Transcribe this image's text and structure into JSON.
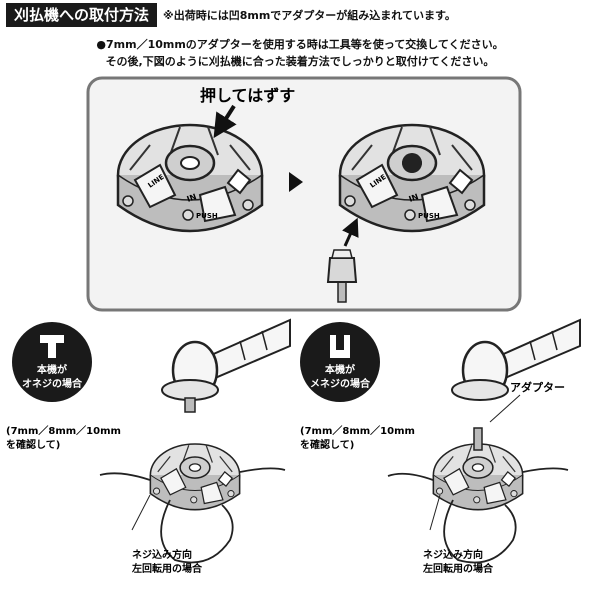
{
  "header": {
    "title": "刈払機への取付方法",
    "note_top": "※出荷時には凹8mmでアダプターが組み込まれています。"
  },
  "instructions": [
    "●7mm／10mmのアダプターを使用する時は工具等を使って交換してください。",
    "その後,下図のように刈払機に合った装着方法でしっかりと取付けてください。"
  ],
  "top_panel": {
    "press_label": "押してはずす",
    "head_labels": {
      "line": "LINE",
      "in": "IN",
      "push": "PUSH"
    }
  },
  "left_case": {
    "badge_line1": "本機が",
    "badge_line2": "オネジの場合",
    "size_line1": "(7mm／8mm／10mm",
    "size_line2": "を確認して)",
    "caption_line1": "ネジ込み方向",
    "caption_line2": "左回転用の場合"
  },
  "right_case": {
    "badge_line1": "本機が",
    "badge_line2": "メネジの場合",
    "adapter_label": "アダプター",
    "size_line1": "(7mm／8mm／10mm",
    "size_line2": "を確認して)",
    "caption_line1": "ネジ込み方向",
    "caption_line2": "左回転用の場合"
  },
  "colors": {
    "badge_bg": "#1a1a1a",
    "panel_border": "#777777",
    "panel_bg": "#f3f3f3"
  }
}
